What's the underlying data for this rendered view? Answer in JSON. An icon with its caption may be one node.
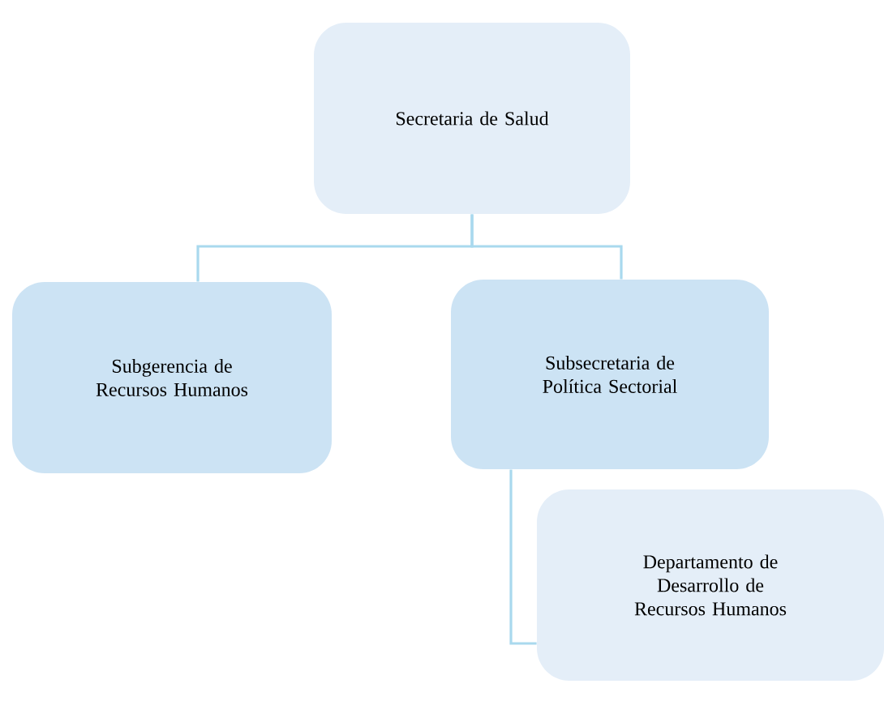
{
  "diagram": {
    "nodes": [
      {
        "text": [
          "Secretaria de Salud"
        ]
      },
      {
        "text": [
          "Subgerencia de Recursos Humanos"
        ]
      },
      {
        "text": [
          "Subsecretaria de Política Sectorial"
        ]
      },
      {
        "text": [
          "Departamento de Desarrollo de Recursos Humanos"
        ]
      }
    ],
    "edges": [
      {
        "from": 0,
        "to": 1,
        "arrow": "none"
      },
      {
        "from": 0,
        "to": 2,
        "arrow": "none"
      },
      {
        "from": 2,
        "to": 3,
        "arrow": "none"
      }
    ]
  }
}
